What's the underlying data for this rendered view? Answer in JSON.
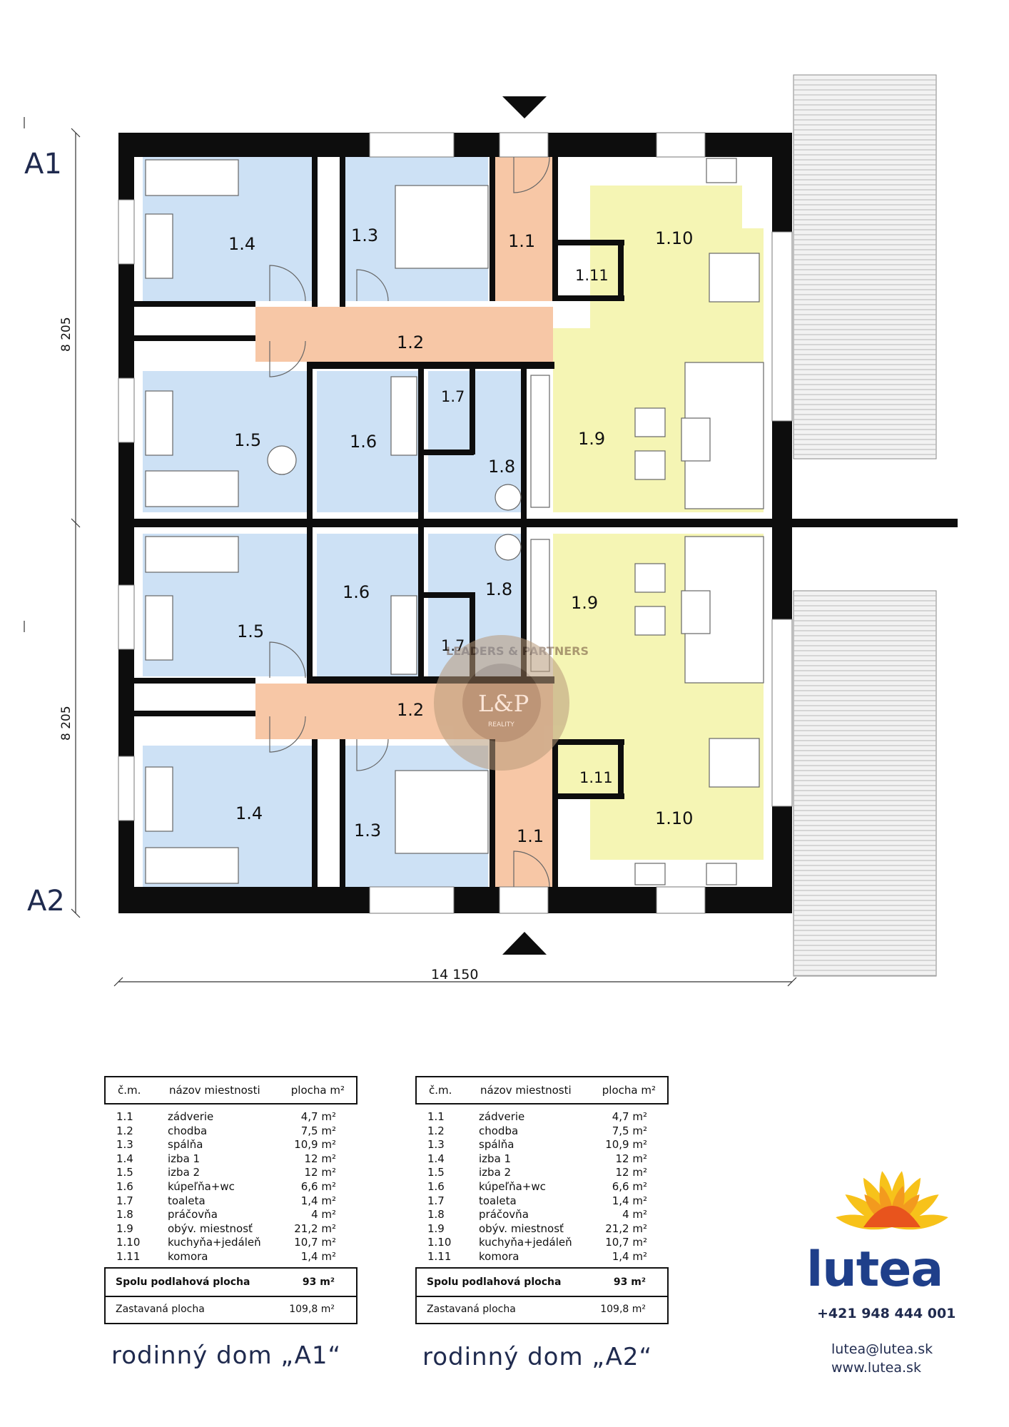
{
  "plan": {
    "unit_a_label": "A1",
    "unit_b_label": "A2",
    "dim_height_a": "8 205",
    "dim_height_b": "8 205",
    "dim_width": "14 150",
    "rooms_a": [
      "1.1",
      "1.2",
      "1.3",
      "1.4",
      "1.5",
      "1.6",
      "1.7",
      "1.8",
      "1.9",
      "1.10",
      "1.11"
    ],
    "rooms_b": [
      "1.1",
      "1.2",
      "1.3",
      "1.4",
      "1.5",
      "1.6",
      "1.7",
      "1.8",
      "1.9",
      "1.10",
      "1.11"
    ],
    "watermark": {
      "logo": "L&P",
      "sub": "REALITY",
      "ring": "LEADERS & PARTNERS"
    },
    "colors": {
      "wall": "#0d0d0d",
      "bedroom": "#cde1f5",
      "hall": "#f7c7a6",
      "living": "#f5f5b4",
      "terrace": "#f0f0f0"
    }
  },
  "tables": [
    {
      "headers": {
        "num": "č.m.",
        "name": "názov miestnosti",
        "area": "plocha m²"
      },
      "rows": [
        {
          "num": "1.1",
          "name": "zádverie",
          "area": "4,7 m²"
        },
        {
          "num": "1.2",
          "name": "chodba",
          "area": "7,5 m²"
        },
        {
          "num": "1.3",
          "name": "spálňa",
          "area": "10,9 m²"
        },
        {
          "num": "1.4",
          "name": "izba 1",
          "area": "12 m²"
        },
        {
          "num": "1.5",
          "name": "izba 2",
          "area": "12 m²"
        },
        {
          "num": "1.6",
          "name": "kúpeľňa+wc",
          "area": "6,6 m²"
        },
        {
          "num": "1.7",
          "name": "toaleta",
          "area": "1,4 m²"
        },
        {
          "num": "1.8",
          "name": "práčovňa",
          "area": "4 m²"
        },
        {
          "num": "1.9",
          "name": "obýv. miestnosť",
          "area": "21,2 m²"
        },
        {
          "num": "1.10",
          "name": "kuchyňa+jedáleň",
          "area": "10,7 m²"
        },
        {
          "num": "1.11",
          "name": "komora",
          "area": "1,4 m²"
        }
      ],
      "total_label": "Spolu podlahová plocha",
      "total_value": "93 m²",
      "built_label": "Zastavaná plocha",
      "built_value": "109,8 m²",
      "house_title": "rodinný dom „A1“"
    },
    {
      "headers": {
        "num": "č.m.",
        "name": "názov miestnosti",
        "area": "plocha m²"
      },
      "rows": [
        {
          "num": "1.1",
          "name": "zádverie",
          "area": "4,7 m²"
        },
        {
          "num": "1.2",
          "name": "chodba",
          "area": "7,5 m²"
        },
        {
          "num": "1.3",
          "name": "spálňa",
          "area": "10,9 m²"
        },
        {
          "num": "1.4",
          "name": "izba 1",
          "area": "12 m²"
        },
        {
          "num": "1.5",
          "name": "izba 2",
          "area": "12 m²"
        },
        {
          "num": "1.6",
          "name": "kúpeľňa+wc",
          "area": "6,6 m²"
        },
        {
          "num": "1.7",
          "name": "toaleta",
          "area": "1,4 m²"
        },
        {
          "num": "1.8",
          "name": "práčovňa",
          "area": "4 m²"
        },
        {
          "num": "1.9",
          "name": "obýv. miestnosť",
          "area": "21,2 m²"
        },
        {
          "num": "1.10",
          "name": "kuchyňa+jedáleň",
          "area": "10,7 m²"
        },
        {
          "num": "1.11",
          "name": "komora",
          "area": "1,4 m²"
        }
      ],
      "total_label": "Spolu podlahová plocha",
      "total_value": "93 m²",
      "built_label": "Zastavaná plocha",
      "built_value": "109,8 m²",
      "house_title": "rodinný dom „A2“"
    }
  ],
  "brand": {
    "name": "lutea",
    "phone": "+421 948 444 001",
    "email": "lutea@lutea.sk",
    "web": "www.lutea.sk",
    "petal_colors": [
      "#f7c21a",
      "#f39a1e",
      "#e8541d"
    ]
  }
}
